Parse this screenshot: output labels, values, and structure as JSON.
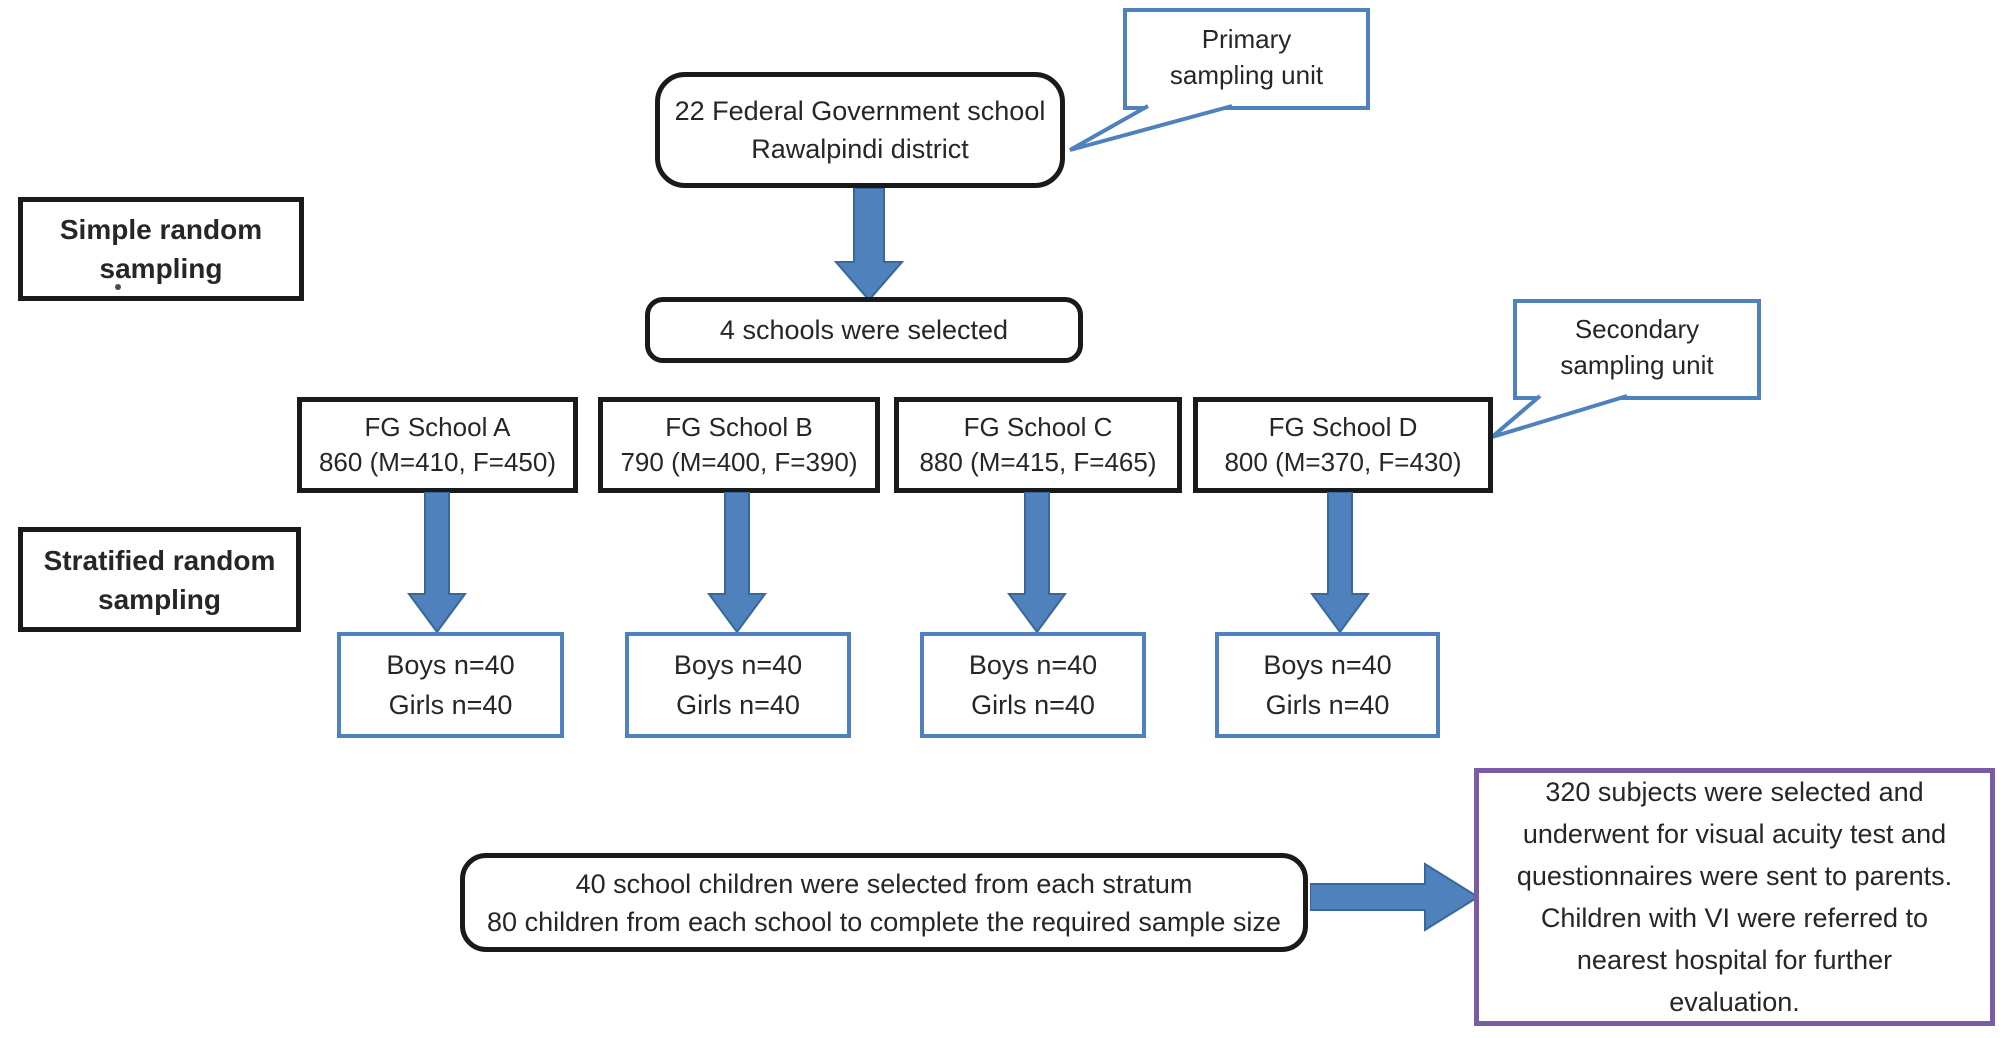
{
  "diagram": {
    "type": "flowchart",
    "topic": "study sampling procedure",
    "nodes": {
      "population": {
        "lines": [
          "22 Federal Government school",
          "Rawalpindi district"
        ]
      },
      "primary_callout": {
        "lines": [
          "Primary",
          "sampling unit"
        ]
      },
      "simple_sampling_label": {
        "lines": [
          "Simple random",
          "sampling"
        ]
      },
      "schools_selected": {
        "text": "4 schools were selected"
      },
      "secondary_callout": {
        "lines": [
          "Secondary",
          "sampling unit"
        ]
      },
      "stratified_sampling_label": {
        "lines": [
          "Stratified random",
          "sampling"
        ]
      },
      "schools": [
        {
          "name": "FG School A",
          "enrollment": "860 (M=410, F=450)"
        },
        {
          "name": "FG School B",
          "enrollment": "790 (M=400, F=390)"
        },
        {
          "name": "FG School C",
          "enrollment": "880 (M=415, F=465)"
        },
        {
          "name": "FG School D",
          "enrollment": "800 (M=370, F=430)"
        }
      ],
      "strata": [
        {
          "lines": [
            "Boys n=40",
            "Girls n=40"
          ]
        },
        {
          "lines": [
            "Boys n=40",
            "Girls n=40"
          ]
        },
        {
          "lines": [
            "Boys n=40",
            "Girls n=40"
          ]
        },
        {
          "lines": [
            "Boys n=40",
            "Girls n=40"
          ]
        }
      ],
      "sample_note": {
        "lines": [
          "40 school children were selected from each stratum",
          "80 children from each school to complete the required sample size"
        ]
      },
      "result": {
        "lines": [
          "320 subjects were selected and",
          "underwent for visual acuity test and",
          "questionnaires were sent to parents.",
          "Children with VI were referred to",
          "nearest hospital for further",
          "evaluation."
        ]
      }
    },
    "colors": {
      "arrow_fill": "#4f81bd",
      "arrow_stroke": "#38679b",
      "blue_border": "#4f81bd",
      "black_border": "#1a1a1a",
      "purple_border": "#7a5ba6",
      "text": "#262626"
    }
  }
}
